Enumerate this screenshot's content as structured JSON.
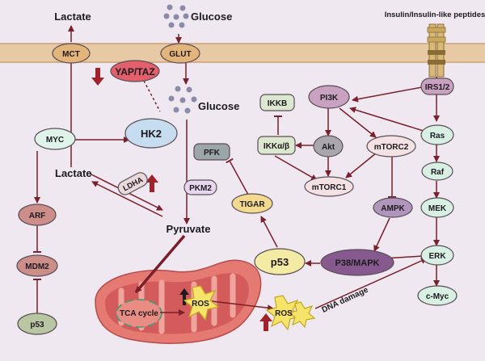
{
  "labels": {
    "lactate_top": "Lactate",
    "glucose_top": "Glucose",
    "insulin": "Insulin/Insulin-like peptides",
    "mct": "MCT",
    "glut": "GLUT",
    "yap_taz": "YAP/TAZ",
    "irs": "IRS1/2",
    "glucose_mid": "Glucose",
    "myc": "MYC",
    "hk2": "HK2",
    "pi3k": "PI3K",
    "ikkb": "IKKB",
    "ras": "Ras",
    "pfk": "PFK",
    "ikk_ab": "IKKα/β",
    "akt": "Akt",
    "mtorc2": "mTORC2",
    "lactate_mid": "Lactate",
    "ldha": "LDHA",
    "pkm2": "PKM2",
    "mtorc1": "mTORC1",
    "raf": "Raf",
    "tigar": "TIGAR",
    "arf": "ARF",
    "ampk": "AMPK",
    "mek": "MEK",
    "pyruvate": "Pyruvate",
    "erk": "ERK",
    "p53_mid": "p53",
    "p38": "P38/MAPK",
    "mdm2": "MDM2",
    "tca": "TCA cycle",
    "ros_mito": "ROS",
    "cmyc": "c-Myc",
    "dna_damage": "DNA damage",
    "ros_out": "ROS",
    "p53_low": "p53"
  },
  "colors": {
    "arrow": "#7a1f2b",
    "up_down_arrow": "#a0222b",
    "membrane_band": "#e8c9a6",
    "mct_fill": "#e4b57b",
    "yap_fill": "#e2606b",
    "hk2_fill": "#c6dcef",
    "myc_fill": "#dff3ea",
    "pi3k_fill": "#c9a2c2",
    "ikkb_fill": "#dbe8cf",
    "pfk_fill": "#9aa6a8",
    "akt_fill": "#a9a7ad",
    "mtorc_fill": "#f4e1e3",
    "ldha_fill": "#e9d9db",
    "pkm2_fill": "#e6d7ef",
    "ras_fill": "#d8efe3",
    "tigar_fill": "#f3d98d",
    "arf_fill": "#cd8d89",
    "ampk_fill": "#b095bd",
    "p53_fill": "#f3eaa3",
    "p38_fill": "#875a8f",
    "p53_low_fill": "#b8c6a2",
    "ros_fill": "#f5e36a",
    "mito_outer": "#e57a73",
    "mito_inner": "#c64a4b",
    "receptor": "#d8b978",
    "receptor_dark": "#8a6d36"
  }
}
